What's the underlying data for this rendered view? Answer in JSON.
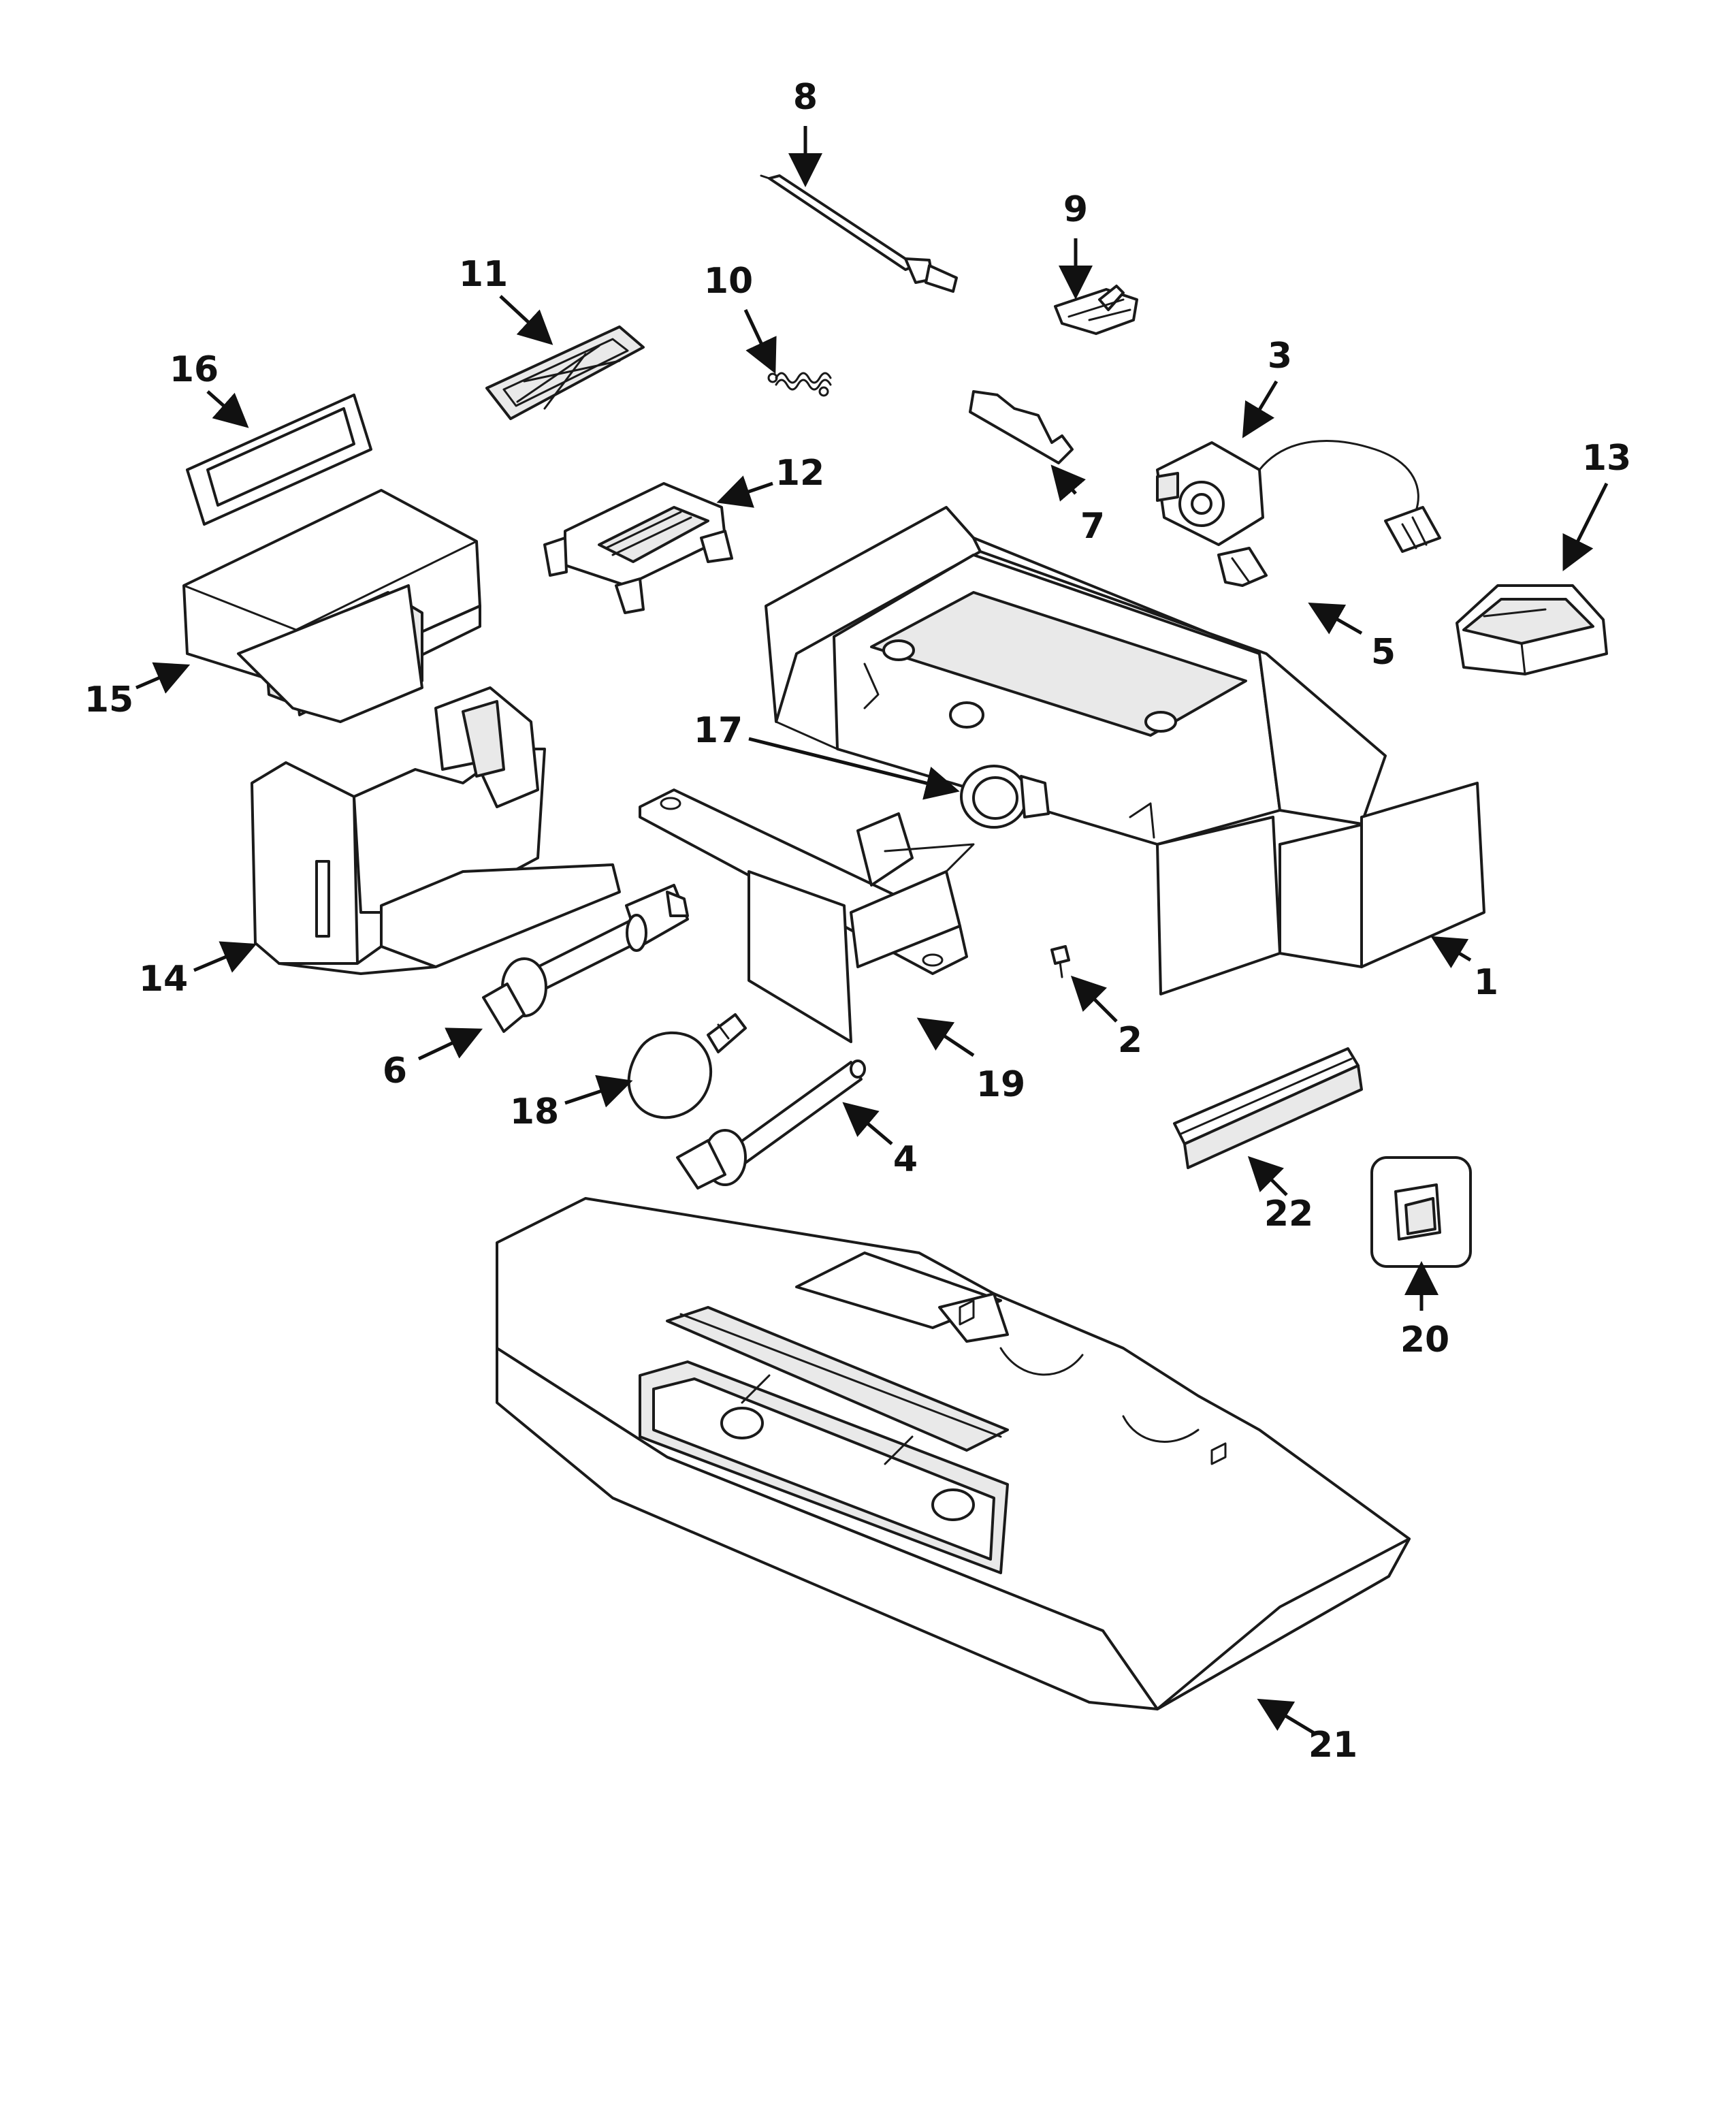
{
  "diagram": {
    "colors": {
      "ink": "#1a1a1a",
      "background": "#ffffff",
      "shade": "#e9e9e9"
    },
    "callouts": [
      {
        "id": "1",
        "label": "1"
      },
      {
        "id": "2",
        "label": "2"
      },
      {
        "id": "3",
        "label": "3"
      },
      {
        "id": "4",
        "label": "4"
      },
      {
        "id": "5",
        "label": "5"
      },
      {
        "id": "6",
        "label": "6"
      },
      {
        "id": "7",
        "label": "7"
      },
      {
        "id": "8",
        "label": "8"
      },
      {
        "id": "9",
        "label": "9"
      },
      {
        "id": "10",
        "label": "10"
      },
      {
        "id": "11",
        "label": "11"
      },
      {
        "id": "12",
        "label": "12"
      },
      {
        "id": "13",
        "label": "13"
      },
      {
        "id": "14",
        "label": "14"
      },
      {
        "id": "15",
        "label": "15"
      },
      {
        "id": "16",
        "label": "16"
      },
      {
        "id": "17",
        "label": "17"
      },
      {
        "id": "18",
        "label": "18"
      },
      {
        "id": "19",
        "label": "19"
      },
      {
        "id": "20",
        "label": "20"
      },
      {
        "id": "21",
        "label": "21"
      },
      {
        "id": "22",
        "label": "22"
      }
    ]
  }
}
